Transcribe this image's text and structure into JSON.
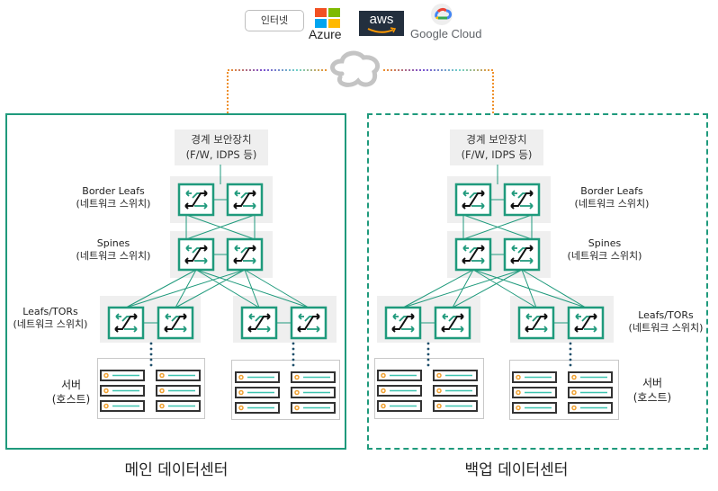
{
  "top": {
    "internet_label": "인터넷",
    "providers": [
      {
        "name": "Azure",
        "icon": "azure-logo-icon"
      },
      {
        "name": "aws",
        "icon": "aws-logo-icon"
      },
      {
        "name": "Google Cloud",
        "icon": "google-cloud-logo-icon"
      }
    ],
    "cloud_icon": "cloud-icon"
  },
  "colors": {
    "accent": "#1f9a7c",
    "switch_border": "#1f9a7c",
    "tier_bg": "#efefef",
    "server_dot": "#f0a030",
    "server_line": "#3ec4b0",
    "aws_bg": "#232f3e",
    "aws_smile": "#ff9900"
  },
  "datacenters": [
    {
      "title": "메인 데이터센터",
      "border_style": "solid",
      "firewall": {
        "line1": "경계 보안장치",
        "line2": "(F/W, IDPS 등)"
      },
      "border_leafs": {
        "line1": "Border Leafs",
        "line2": "(네트워크 스위치)"
      },
      "spines": {
        "line1": "Spines",
        "line2": "(네트워크 스위치)"
      },
      "leafs": {
        "line1": "Leafs/TORs",
        "line2": "(네트워크 스위치)"
      },
      "servers": {
        "line1": "서버",
        "line2": "(호스트)"
      }
    },
    {
      "title": "백업 데이터센터",
      "border_style": "dashed",
      "firewall": {
        "line1": "경계 보안장치",
        "line2": "(F/W, IDPS 등)"
      },
      "border_leafs": {
        "line1": "Border Leafs",
        "line2": "(네트워크 스위치)"
      },
      "spines": {
        "line1": "Spines",
        "line2": "(네트워크 스위치)"
      },
      "leafs": {
        "line1": "Leafs/TORs",
        "line2": "(네트워크 스위치)"
      },
      "servers": {
        "line1": "서버",
        "line2": "(호스트)"
      }
    }
  ]
}
